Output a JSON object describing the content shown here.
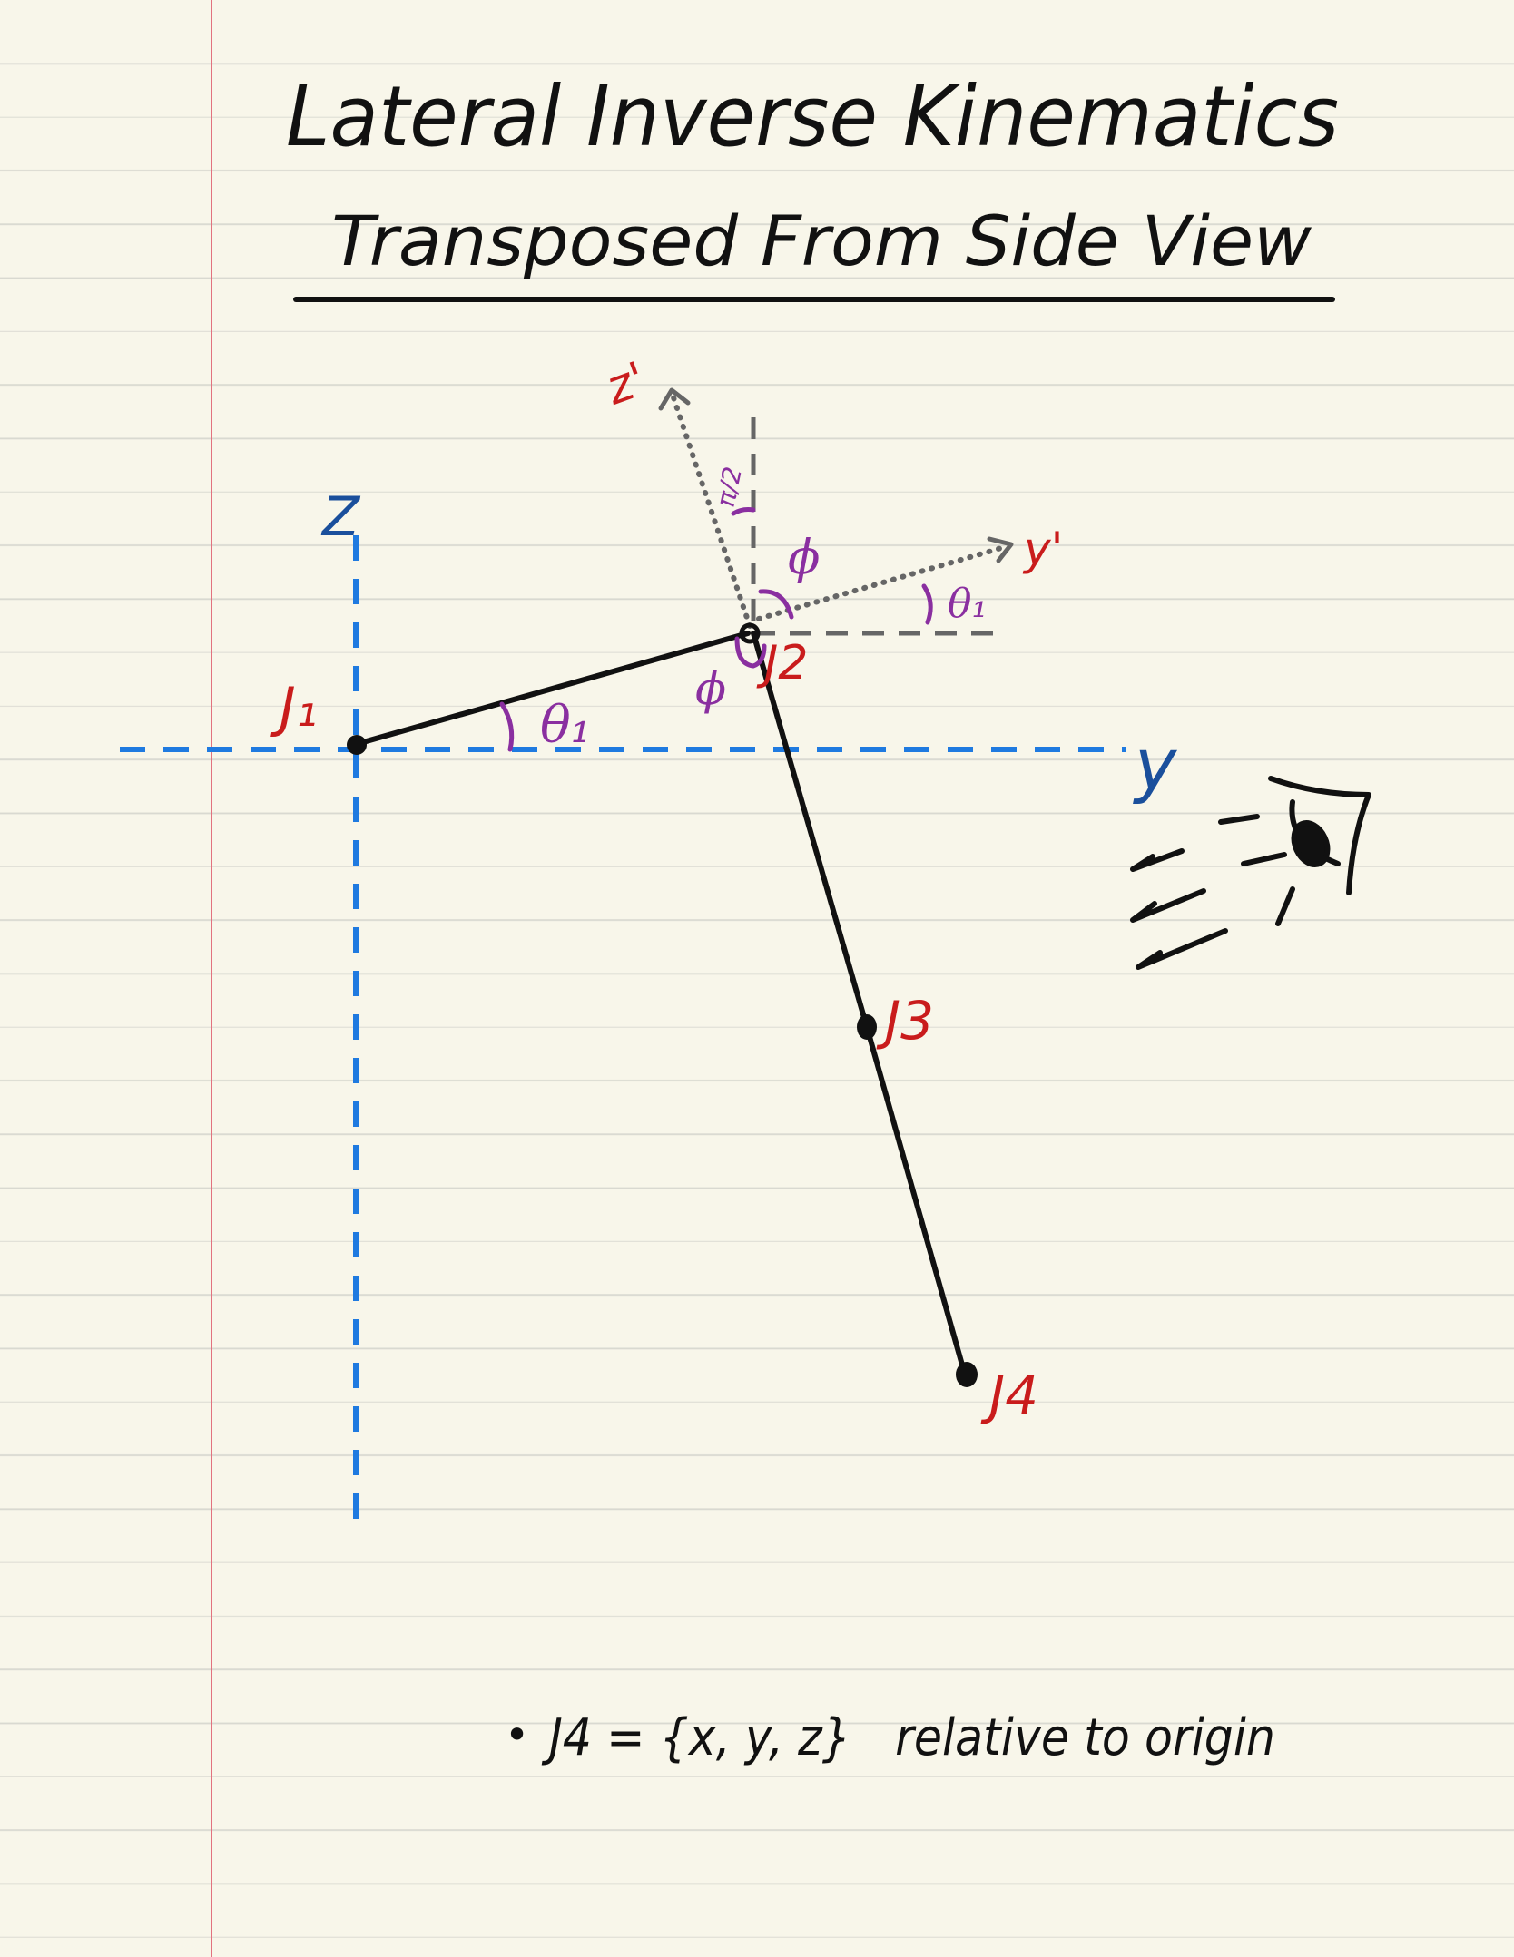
{
  "title": {
    "line1": "Lateral Inverse Kinematics",
    "line2": "Transposed From Side View"
  },
  "axes": {
    "z_label": "Z",
    "y_label": "y",
    "z_prime_label": "z'",
    "y_prime_label": "y'"
  },
  "joints": {
    "j1": "J₁",
    "j2": "J2",
    "j3": "J3",
    "j4": "J4"
  },
  "angles": {
    "theta_at_j1": "θ₁",
    "theta_at_j2": "θ₁",
    "phi_upper": "ϕ",
    "phi_lower": "ϕ",
    "pi_half": "π/2"
  },
  "viewpoint_icon": "eye-icon",
  "note": {
    "bullet": "•",
    "text": "J4 = {x, y, z}   relative to origin"
  },
  "colors": {
    "ink": "#111111",
    "axis_blue": "#1f7ae0",
    "label_red": "#c91c1c",
    "angle_purple": "#8a2fa0",
    "label_blue": "#1a4f9c",
    "guide_gray": "#666666",
    "margin_red": "#e2727f"
  }
}
